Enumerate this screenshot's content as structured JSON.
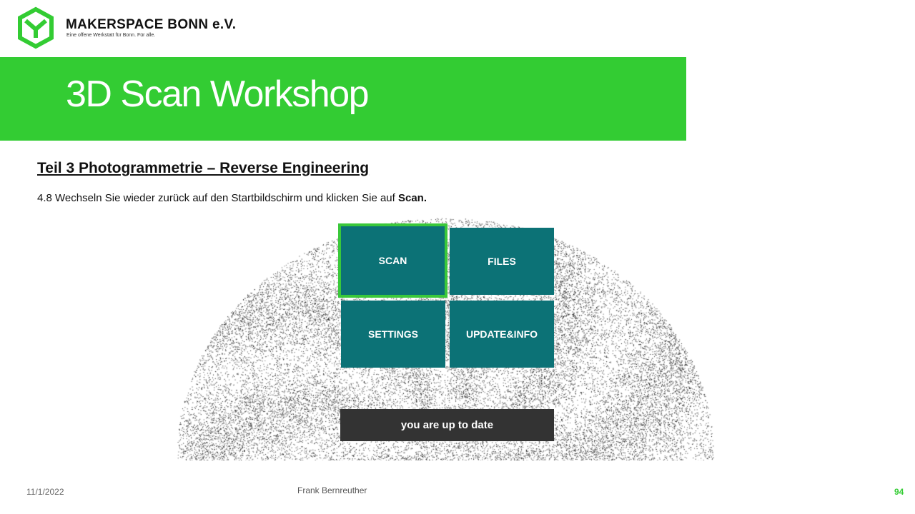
{
  "header": {
    "org_name": "MAKERSPACE BONN e.V.",
    "tagline": "Eine offene Werkstatt für Bonn. Für alle.",
    "logo_icon": "hexagon-m-logo-icon",
    "brand_color": "#33cc33"
  },
  "banner": {
    "title": "3D Scan Workshop"
  },
  "content": {
    "section_heading": "Teil 3  Photogrammetrie  – Reverse Engineering",
    "instruction_prefix": "4.8 Wechseln Sie wieder zurück auf den Startbildschirm und klicken Sie auf ",
    "instruction_bold": "Scan."
  },
  "screen": {
    "tiles": {
      "scan": "SCAN",
      "files": "FILES",
      "settings": "SETTINGS",
      "update": "UPDATE&INFO"
    },
    "status": "you are up to date",
    "tile_color": "#0c7276",
    "highlight_color": "#3ac83a"
  },
  "footer": {
    "date": "11/1/2022",
    "author": "Frank Bernreuther",
    "page": "94"
  }
}
